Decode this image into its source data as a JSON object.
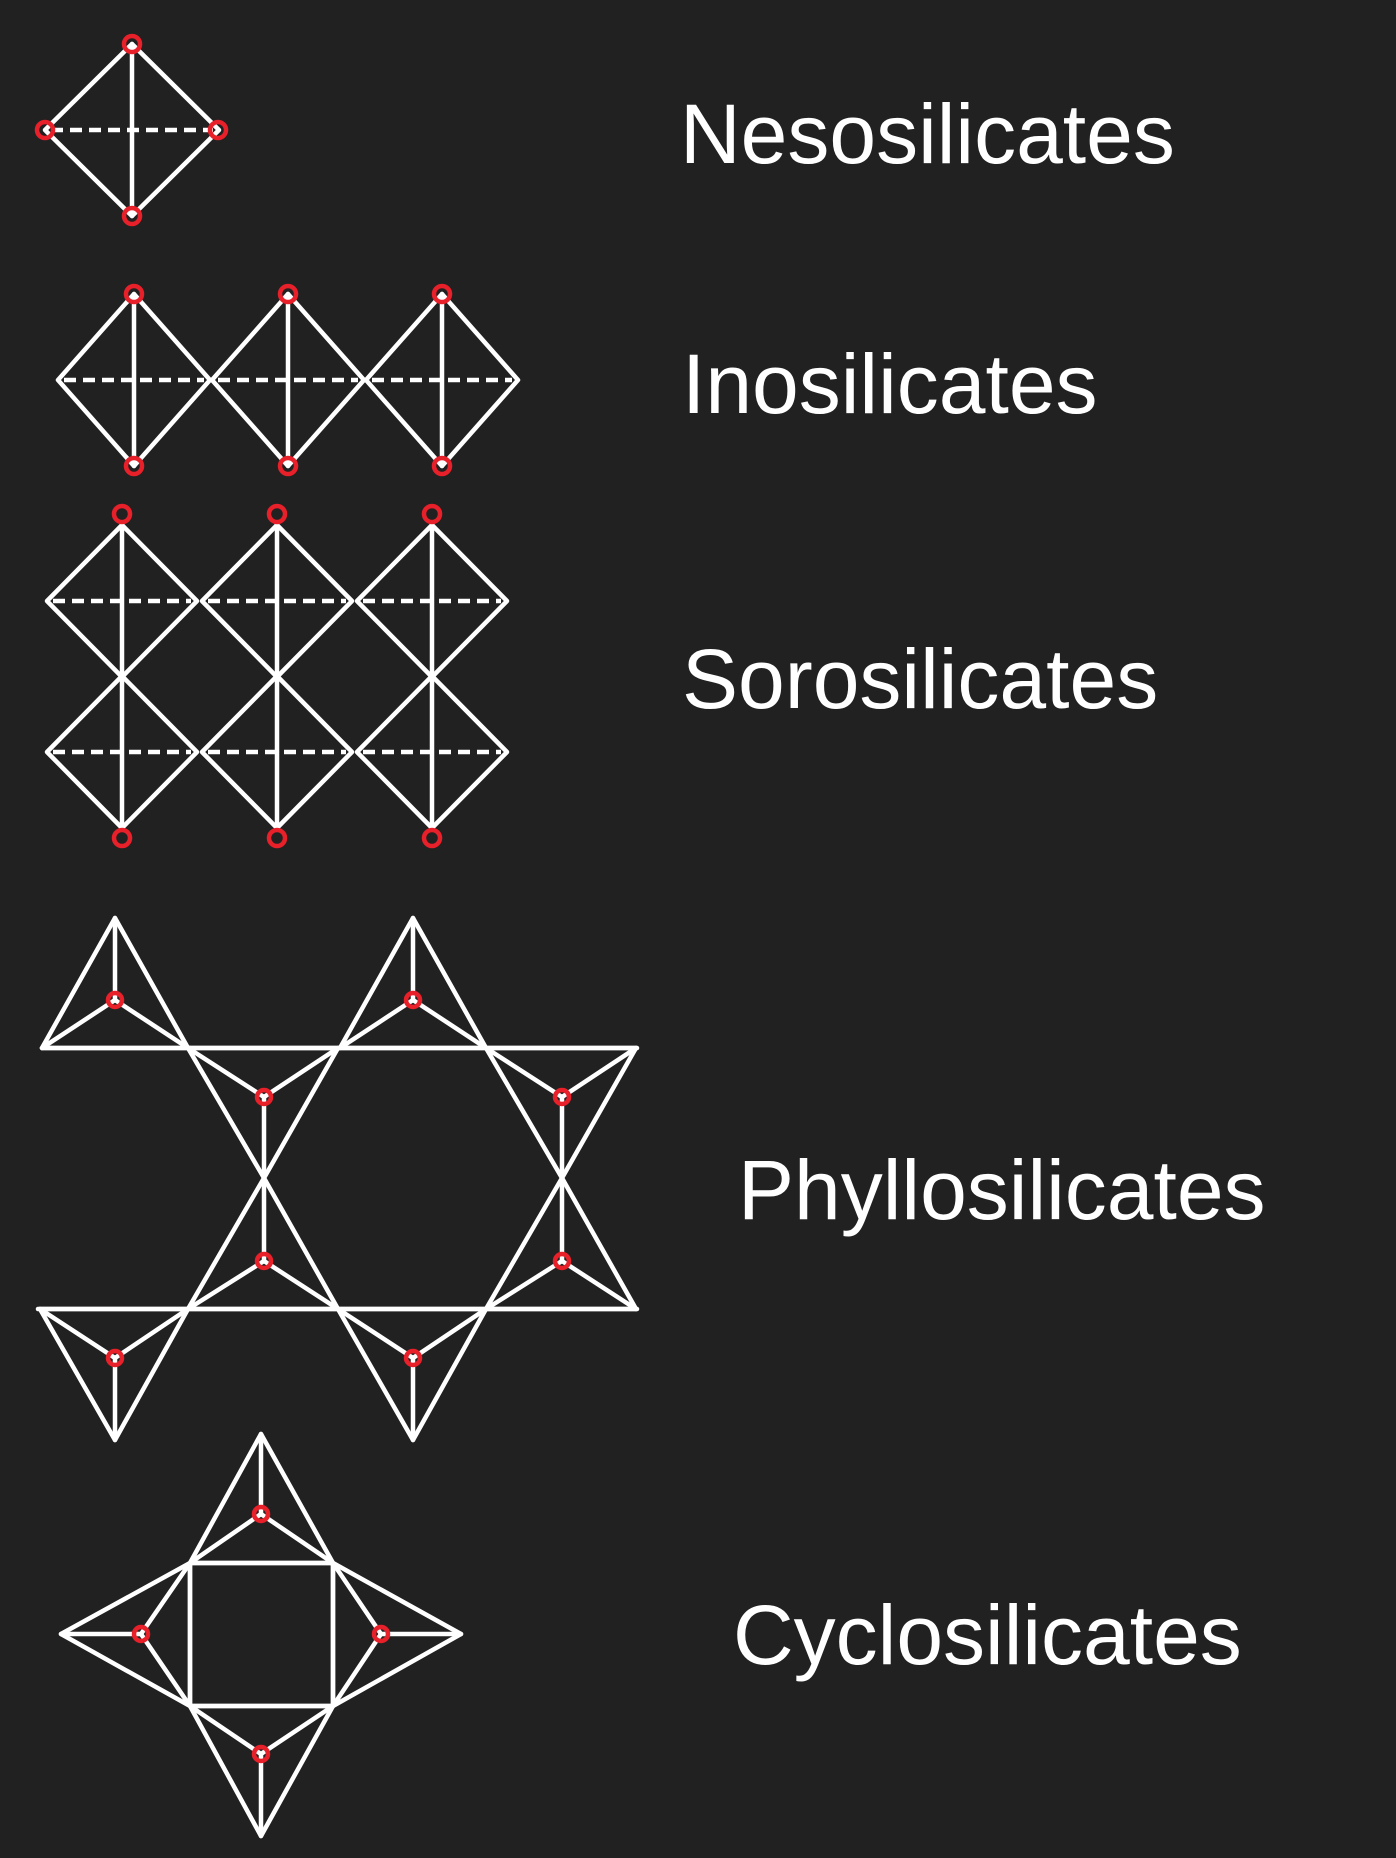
{
  "labels": {
    "nesosilicates": "Nesosilicates",
    "inosilicates": "Inosilicates",
    "sorosilicates": "Sorosilicates",
    "phyllosilicates": "Phyllosilicates",
    "cyclosilicates": "Cyclosilicates"
  },
  "colors": {
    "background": "#212121",
    "edge": "#ffffff",
    "oxygen_atom": "#e8202a",
    "label": "#ffffff"
  }
}
